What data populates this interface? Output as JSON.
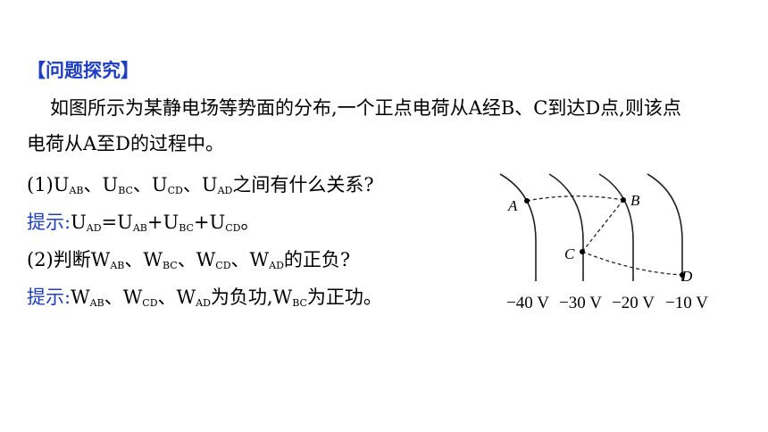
{
  "heading": "【问题探究】",
  "intro": {
    "line1": "如图所示为某静电场等势面的分布,一个正点电荷从A经B、C到达D点,则该点",
    "line2": "电荷从A至D的过程中。"
  },
  "q1": {
    "prefix": "(1)",
    "u_ab": "U",
    "ab": "AB",
    "sep1": "、",
    "u_bc": "U",
    "bc": "BC",
    "sep2": "、",
    "u_cd": "U",
    "cd": "CD",
    "sep3": "、",
    "u_ad": "U",
    "ad": "AD",
    "suffix": "之间有什么关系?"
  },
  "hint1": {
    "label": "提示:",
    "u1": "U",
    "s1": "AD",
    "eq": "=",
    "u2": "U",
    "s2": "AB",
    "p1": "+",
    "u3": "U",
    "s3": "BC",
    "p2": "+",
    "u4": "U",
    "s4": "CD",
    "end": "。"
  },
  "q2": {
    "prefix": "(2)判断",
    "w1": "W",
    "s1": "AB",
    "sep1": "、",
    "w2": "W",
    "s2": "BC",
    "sep2": "、",
    "w3": "W",
    "s3": "CD",
    "sep3": "、",
    "w4": "W",
    "s4": "AD",
    "suffix": "的正负?"
  },
  "hint2": {
    "label": "提示:",
    "w1": "W",
    "s1": "AB",
    "sep1": "、",
    "w2": "W",
    "s2": "CD",
    "sep2": "、",
    "w3": "W",
    "s3": "AD",
    "mid": "为负功,",
    "w4": "W",
    "s4": "BC",
    "end": "为正功。"
  },
  "figure": {
    "points": [
      "A",
      "B",
      "C",
      "D"
    ],
    "potentials": [
      "−40 V",
      "−30 V",
      "−20 V",
      "−10 V"
    ]
  }
}
